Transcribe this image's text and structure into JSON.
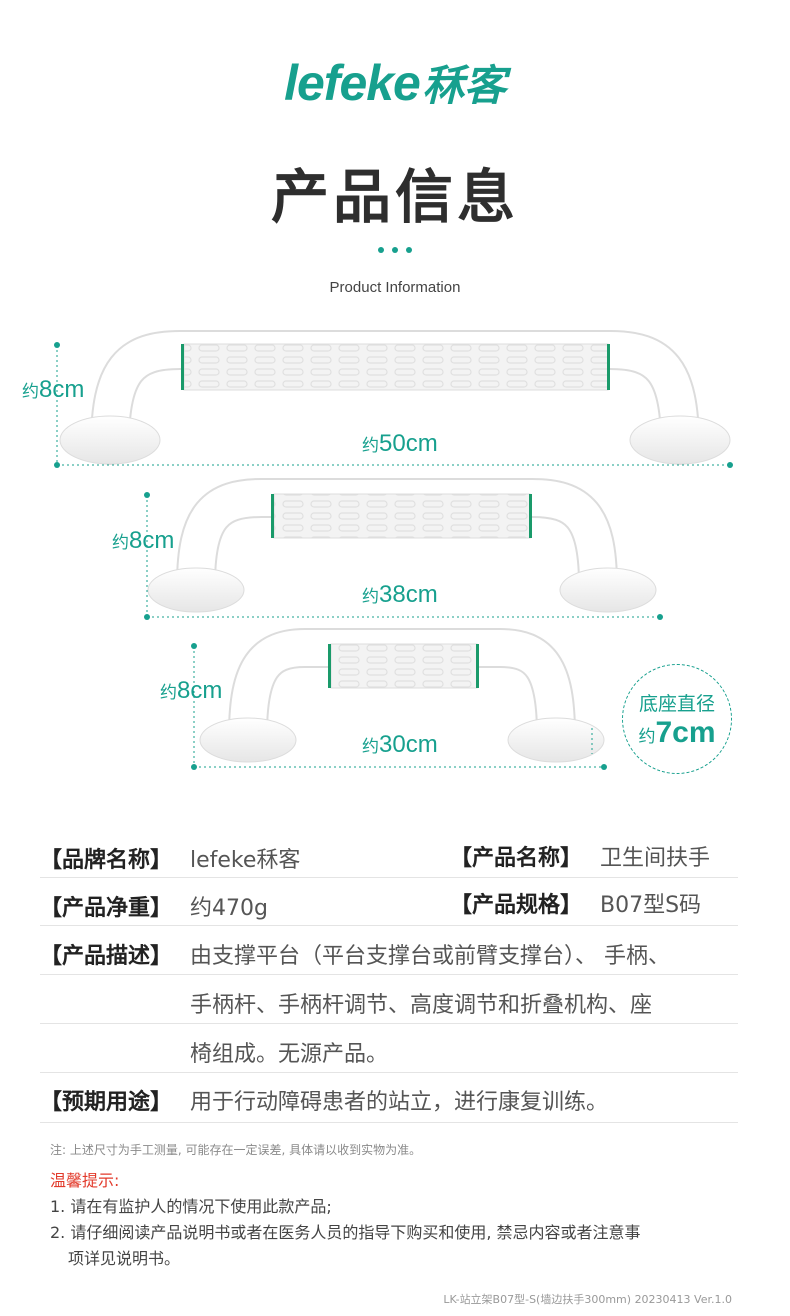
{
  "header": {
    "logo_latin": "lefeke",
    "logo_cjk": "秝客",
    "title": "产品信息",
    "subtitle": "Product Information"
  },
  "dimensions": {
    "large": {
      "height": "8cm",
      "length": "50cm",
      "prefix": "约"
    },
    "medium": {
      "height": "8cm",
      "length": "38cm",
      "prefix": "约"
    },
    "small": {
      "height": "8cm",
      "length": "30cm",
      "prefix": "约"
    },
    "base_badge": {
      "line1": "底座直径",
      "prefix": "约",
      "value": "7cm"
    }
  },
  "colors": {
    "accent": "#17a08e",
    "grip": "#f2f2f2",
    "body": "#ffffff",
    "band": "#1a9a6a",
    "warn": "#e23a2b"
  },
  "specs": {
    "brand_label": "【品牌名称】",
    "brand_value": "lefeke秝客",
    "name_label": "【产品名称】",
    "name_value": "卫生间扶手",
    "weight_label": "【产品净重】",
    "weight_value": "约470g",
    "model_label": "【产品规格】",
    "model_value": "B07型S码",
    "desc_label": "【产品描述】",
    "desc_line1": "由支撑平台（平台支撑台或前臂支撑台）、 手柄、",
    "desc_line2": "手柄杆、手柄杆调节、高度调节和折叠机构、座",
    "desc_line3": "椅组成。无源产品。",
    "use_label": "【预期用途】",
    "use_value": "用于行动障碍患者的站立，进行康复训练。"
  },
  "notes": {
    "measure_note": "注: 上述尺寸为手工测量, 可能存在一定误差, 具体请以收到实物为准。",
    "warning_title": "温馨提示:",
    "warning_1": "1. 请在有监护人的情况下使用此款产品;",
    "warning_2a": "2. 请仔细阅读产品说明书或者在医务人员的指导下购买和使用, 禁忌内容或者注意事",
    "warning_2b": "项详见说明书。"
  },
  "footer": "LK-站立架B07型-S(墙边扶手300mm) 20230413 Ver.1.0"
}
